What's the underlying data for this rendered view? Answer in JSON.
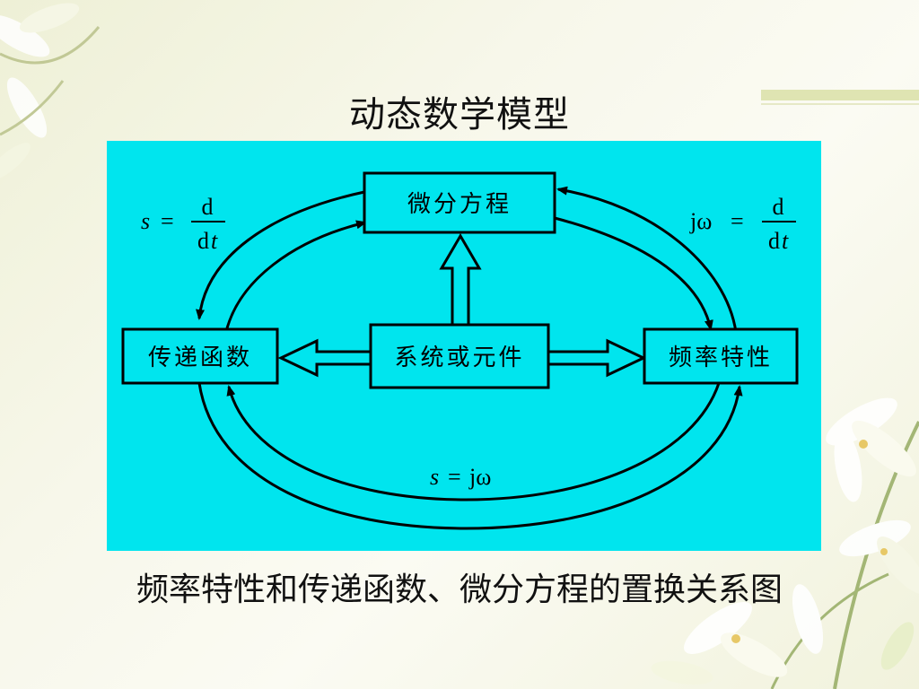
{
  "title": "动态数学模型",
  "caption": "频率特性和传递函数、微分方程的置换关系图",
  "colors": {
    "panel": "#00e5ee",
    "ink": "#000000"
  },
  "diagram": {
    "nodes": {
      "top": "微分方程",
      "left": "传递函数",
      "center": "系统或元件",
      "right": "频率特性"
    },
    "formulas": {
      "left": {
        "lhs": "s",
        "eq": "=",
        "num": "d",
        "den_d": "d",
        "den_t": "t"
      },
      "right": {
        "lhs": "jω",
        "eq": "=",
        "num": "d",
        "den_d": "d",
        "den_t": "t"
      },
      "bottom": {
        "lhs": "s",
        "eq": "=",
        "rhs": "jω"
      }
    }
  }
}
